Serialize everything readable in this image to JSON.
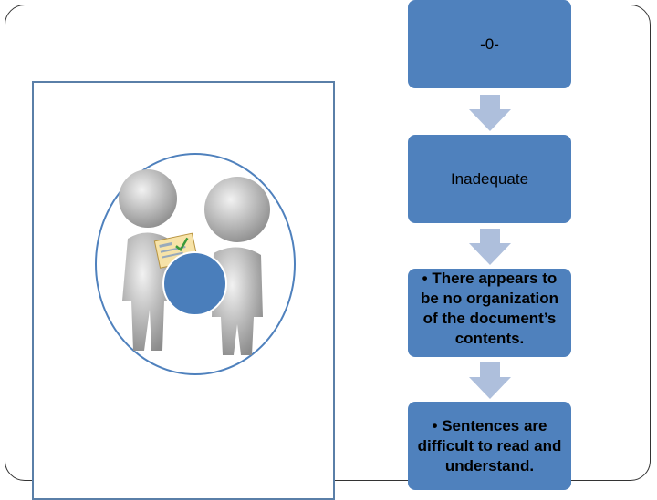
{
  "flowchart": {
    "steps": [
      {
        "text": "-0-"
      },
      {
        "text": "Inadequate"
      },
      {
        "text": "• There appears to be no organization of the document’s contents."
      },
      {
        "text": "• Sentences are difficult to read and understand."
      }
    ],
    "colors": {
      "box_fill": "#4f81bd",
      "arrow_fill": "#aebfdc",
      "circle_border": "#4f81bd",
      "accent_dot": "#4a7ebb"
    }
  }
}
